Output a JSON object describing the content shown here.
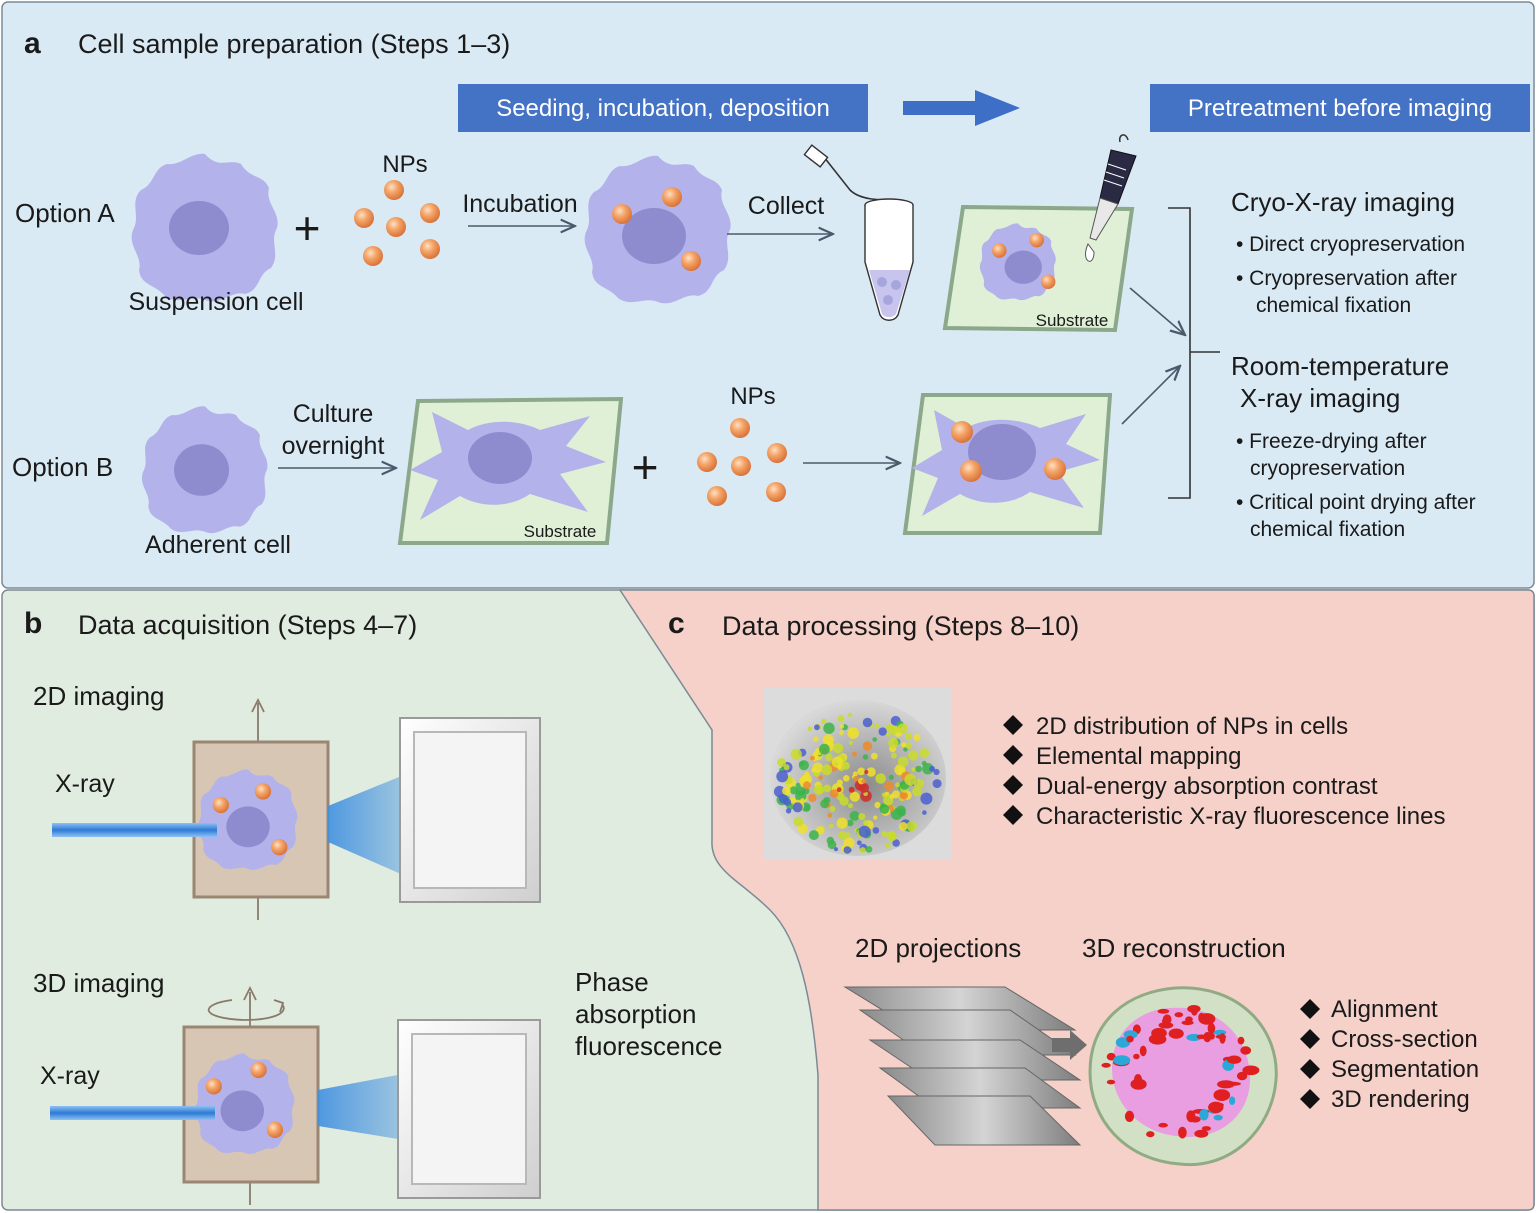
{
  "panel_a": {
    "letter": "a",
    "title": "Cell sample preparation (Steps 1–3)",
    "banner_left": "Seeding, incubation, deposition",
    "banner_right": "Pretreatment before imaging",
    "option_a": "Option A",
    "option_b": "Option B",
    "suspension_cell": "Suspension cell",
    "adherent_cell": "Adherent cell",
    "nps": "NPs",
    "incubation": "Incubation",
    "collect": "Collect",
    "culture_line1": "Culture",
    "culture_line2": "overnight",
    "substrate": "Substrate",
    "cryo_title": "Cryo-X-ray imaging",
    "cryo_items": [
      "• Direct cryopreservation",
      "• Cryopreservation after",
      "chemical fixation"
    ],
    "rt_title_line1": "Room-temperature",
    "rt_title_line2": "X-ray imaging",
    "rt_items": [
      "• Freeze-drying after",
      "cryopreservation",
      "• Critical point drying after",
      "chemical fixation"
    ]
  },
  "panel_b": {
    "letter": "b",
    "title": "Data acquisition (Steps 4–7)",
    "imaging_2d": "2D imaging",
    "imaging_3d": "3D imaging",
    "xray": "X-ray",
    "contrast_lines": [
      "Phase",
      "absorption",
      "fluorescence"
    ]
  },
  "panel_c": {
    "letter": "c",
    "title": "Data processing (Steps 8–10)",
    "bullets_2d": [
      "2D distribution of NPs in cells",
      "Elemental mapping",
      "Dual-energy absorption contrast",
      "Characteristic X-ray fluorescence lines"
    ],
    "projections": "2D projections",
    "reconstruction": "3D reconstruction",
    "bullets_3d": [
      "Alignment",
      "Cross-section",
      "Segmentation",
      "3D rendering"
    ]
  },
  "colors": {
    "panel_a_bg": "#daeaf4",
    "panel_b_bg": "#e0ecdf",
    "panel_c_bg": "#f6d1c9",
    "banner": "#4472c4",
    "cell": "#b4b2ea",
    "nucleus": "#8e8ccf",
    "np": "#ee9a5e",
    "substrate": "#dff0d7"
  }
}
